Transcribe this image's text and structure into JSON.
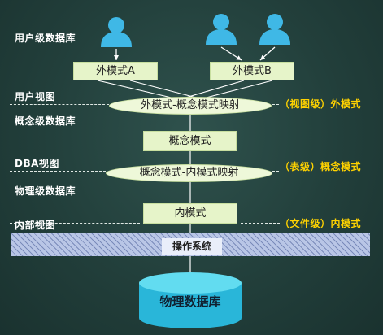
{
  "diagram": {
    "left_labels": {
      "user_db": "用户级数据库",
      "user_view": "用户视图",
      "concept_db": "概念级数据库",
      "dba_view": "DBA视图",
      "physical_db": "物理级数据库",
      "internal_view": "内部视图"
    },
    "right_labels": {
      "view_level": "（视图级）外模式",
      "table_level": "（表级）概念模式",
      "file_level": "（文件级）内模式"
    },
    "nodes": {
      "external_a": "外模式A",
      "external_b": "外模式B",
      "ext_concept_map": "外模式-概念模式映射",
      "concept": "概念模式",
      "concept_internal_map": "概念模式-内模式映射",
      "internal": "内模式",
      "os": "操作系统",
      "physical_db": "物理数据库"
    },
    "colors": {
      "background": "#223f3b",
      "node_fill": "#e6f4c9",
      "label_accent": "#ffd200",
      "user_icon": "#3fb8e6",
      "database": "#33c7e6",
      "os_bar": "#b9c6e6"
    },
    "icons": [
      "user-icon",
      "user-icon",
      "user-icon",
      "database-cylinder-icon"
    ]
  }
}
